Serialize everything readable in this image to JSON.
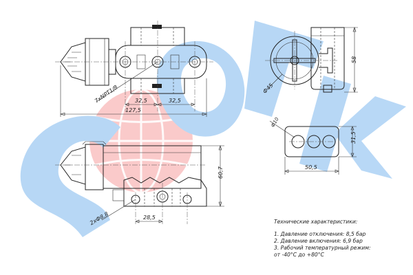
{
  "dimensions": {
    "thread": "7xNPT1/8",
    "spacing_a": "32,5",
    "spacing_b": "32,5",
    "overall_length": "127,5",
    "diameter_body": "Ф45",
    "height_side": "58",
    "diameter_port": "Ф10",
    "height_plate": "31,5",
    "width_plate": "50,5",
    "height_lower": "60,7",
    "mount_holes": "2xФ8,8",
    "hole_spacing": "28,5"
  },
  "notes": {
    "title": "Технические характеристики:",
    "line1": "1. Давление отключения: 8,5 бар",
    "line2": "2. Давление включения: 6,9 бар",
    "line3": "3. Рабочий температурный режим:",
    "line4": "от -40°С до +80°С"
  },
  "colors": {
    "watermark_blue": "#3b8fe0",
    "watermark_red": "#f26d6d",
    "line": "#222222"
  }
}
